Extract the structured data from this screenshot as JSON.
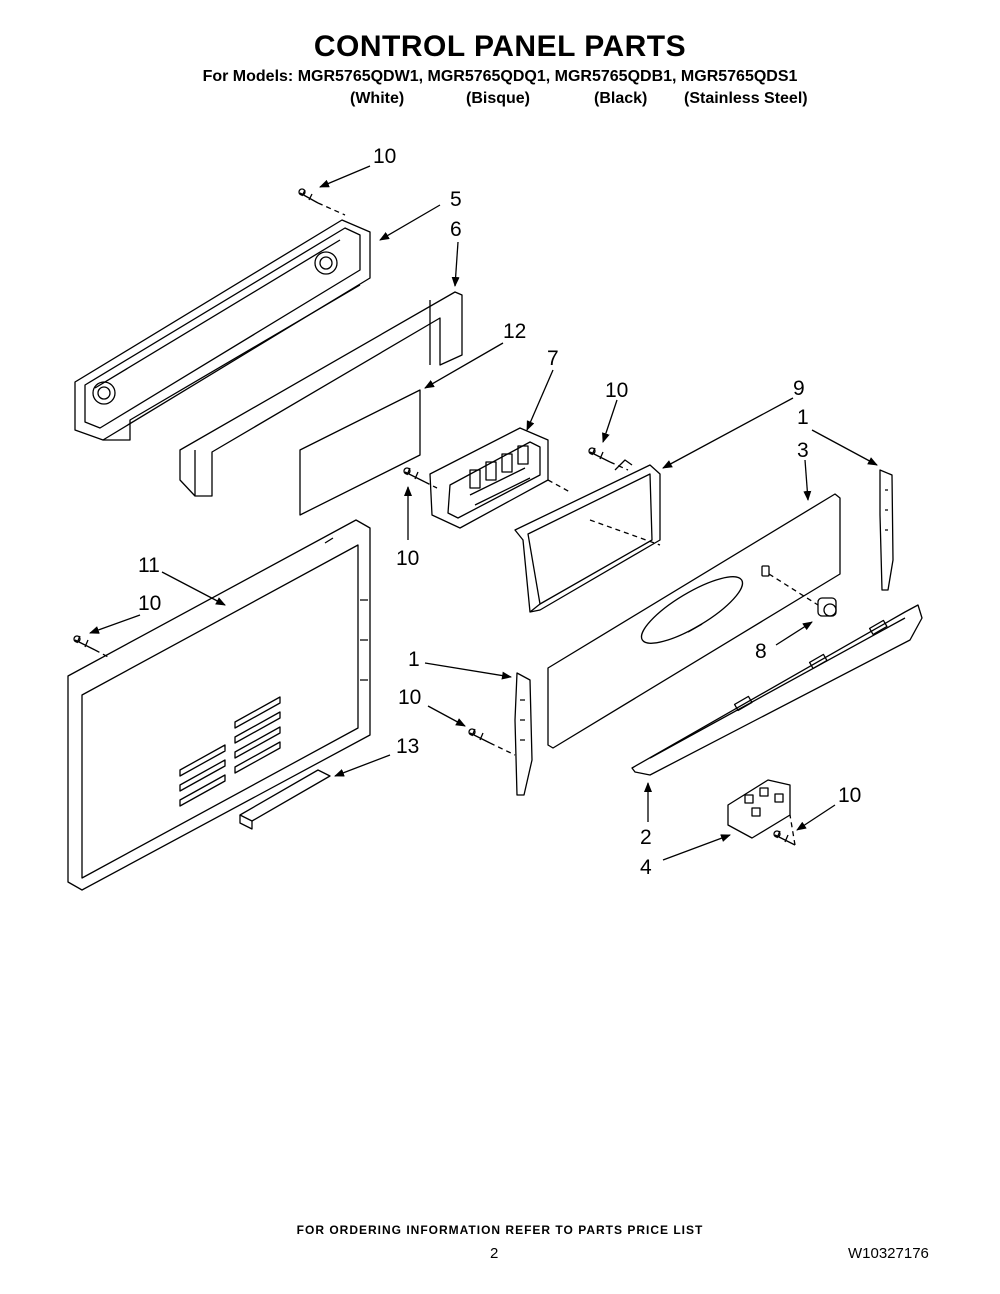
{
  "header": {
    "title": "CONTROL PANEL PARTS",
    "models_line": "For Models: MGR5765QDW1, MGR5765QDQ1, MGR5765QDB1, MGR5765QDS1",
    "variants": [
      "(White)",
      "(Bisque)",
      "(Black)",
      "(Stainless Steel)"
    ]
  },
  "callouts": [
    "10",
    "5",
    "6",
    "12",
    "7",
    "10",
    "9",
    "1",
    "3",
    "10",
    "11",
    "10",
    "1",
    "8",
    "10",
    "13",
    "2",
    "4",
    "10"
  ],
  "footer": {
    "note": "FOR ORDERING INFORMATION REFER TO PARTS PRICE LIST",
    "page_number": "2",
    "doc_number": "W10327176"
  }
}
